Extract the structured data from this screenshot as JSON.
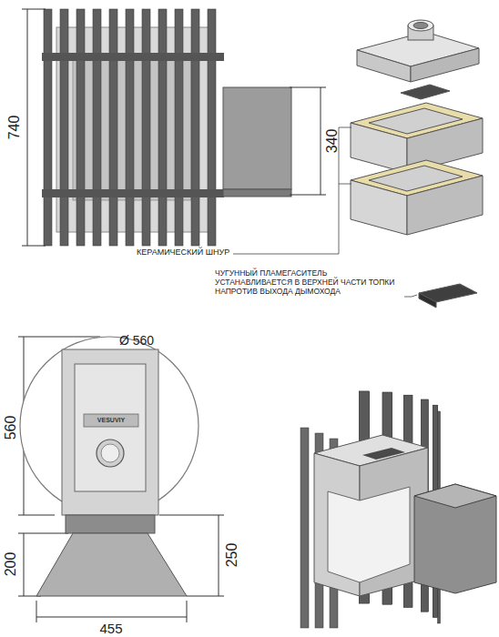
{
  "diagram": {
    "labels": [
      "740",
      "340",
      "КЕРАМИЧЕСКИЙ ШНУР",
      "ЧУГУННЫЙ ПЛАМЕГАСИТЕЛЬ УСТАНАВЛИВАЕТСЯ В ВЕРХНЕЙ ЧАСТИ ТОПКИ НАПРОТИВ ВЫХОДА ДЫМОХОДА",
      "Ø 560",
      "VESUVIY",
      "560",
      "200",
      "250",
      "455"
    ]
  }
}
